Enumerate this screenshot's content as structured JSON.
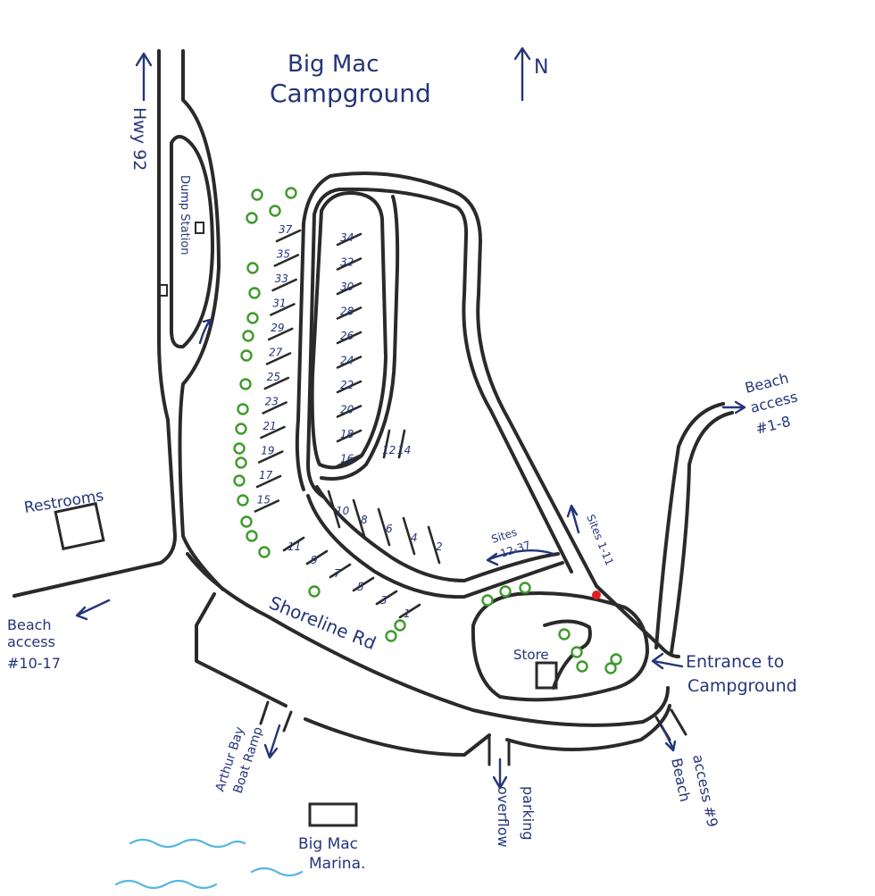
{
  "title": {
    "line1": "Big Mac",
    "line2": "Campground"
  },
  "north": "N",
  "labels": {
    "highway": "Hwy 92",
    "dump_station": "Dump Station",
    "restrooms": "Restrooms",
    "beach_access_1_8": {
      "line1": "Beach",
      "line2": "access",
      "line3": "#1-8"
    },
    "beach_access_10_17": {
      "line1": "Beach",
      "line2": "access",
      "line3": "#10-17"
    },
    "beach_access_9": {
      "line1": "Beach",
      "line2": "access #9"
    },
    "shoreline_rd": "Shoreline Rd",
    "store": "Store",
    "entrance": {
      "line1": "Entrance to",
      "line2": "Campground"
    },
    "boat_ramp": {
      "line1": "Arthur Bay",
      "line2": "Boat Ramp"
    },
    "overflow_parking": {
      "line1": "overflow",
      "line2": "parking"
    },
    "marina": {
      "line1": "Big Mac",
      "line2": "Marina."
    },
    "sites_12_37": {
      "line1": "Sites",
      "line2": "12-37"
    },
    "sites_1_11": "Sites 1-11"
  },
  "sites": {
    "inner_left": [
      "37",
      "35",
      "33",
      "31",
      "29",
      "27",
      "25",
      "23",
      "21",
      "19",
      "17",
      "15"
    ],
    "inner_right": [
      "34",
      "32",
      "30",
      "28",
      "26",
      "24",
      "22",
      "20",
      "18",
      "16"
    ],
    "middle": [
      "12",
      "14"
    ],
    "lower_row": [
      "10",
      "8",
      "6",
      "4",
      "2"
    ],
    "shore_row": [
      "11",
      "9",
      "7",
      "5",
      "3",
      "1"
    ]
  },
  "colors": {
    "ink": "#24357a",
    "road": "#2a2a2a",
    "tree": "#3e9a2c",
    "water": "#55b7e3",
    "marker": "#e02020"
  }
}
